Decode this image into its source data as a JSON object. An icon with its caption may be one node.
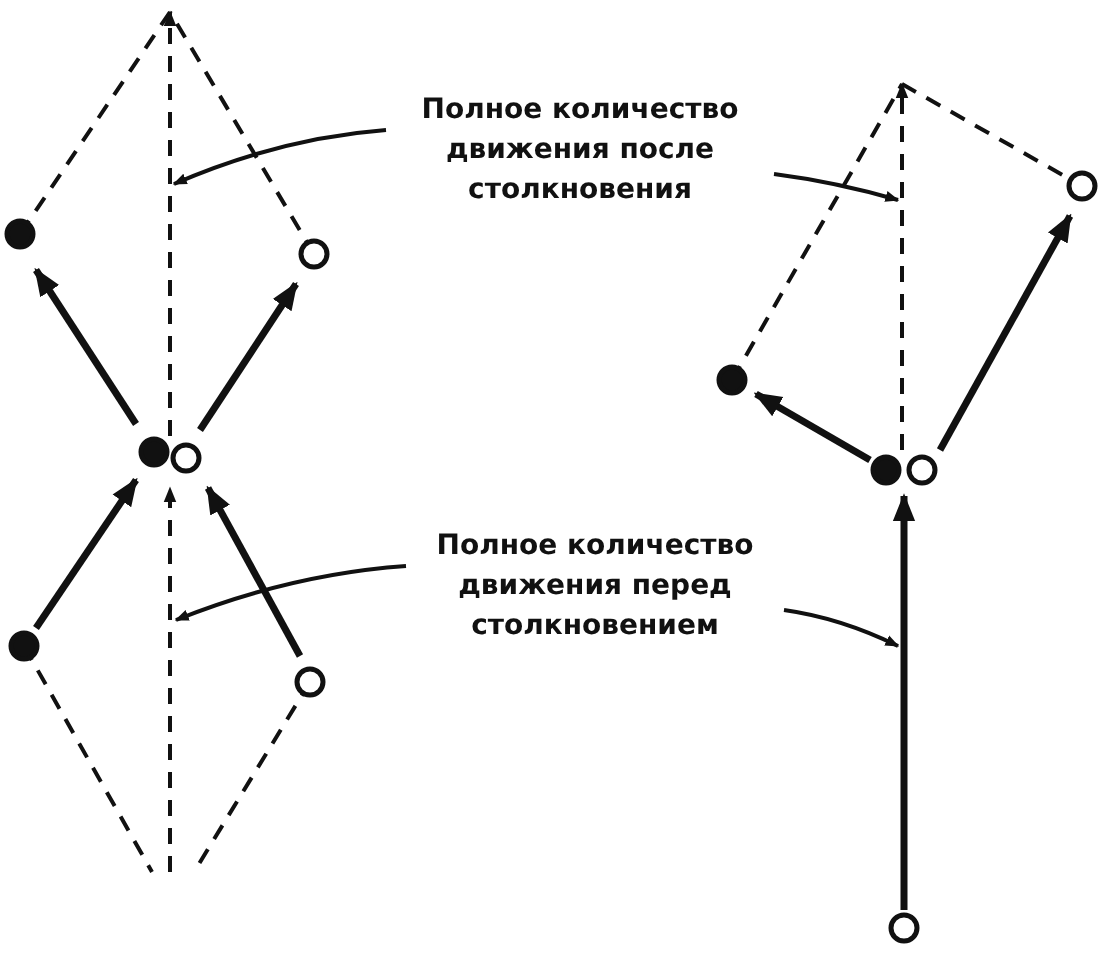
{
  "diagram": {
    "nodes": [
      {
        "text": [
          "Полное количество движения после столкновения"
        ]
      },
      {
        "text": [],
        "shape": "line"
      },
      {
        "text": [],
        "shape": "line"
      },
      {
        "text": [
          "Полное количество движения перед столкновением"
        ]
      },
      {
        "text": [],
        "shape": "line"
      },
      {
        "text": [],
        "shape": "arrow"
      }
    ],
    "edges": [
      {
        "from": 0,
        "to": 1,
        "arrow": "to"
      },
      {
        "from": 0,
        "to": 2,
        "arrow": "to"
      },
      {
        "from": 3,
        "to": 4,
        "arrow": "to"
      },
      {
        "from": 3,
        "to": 5,
        "arrow": "to"
      }
    ]
  }
}
